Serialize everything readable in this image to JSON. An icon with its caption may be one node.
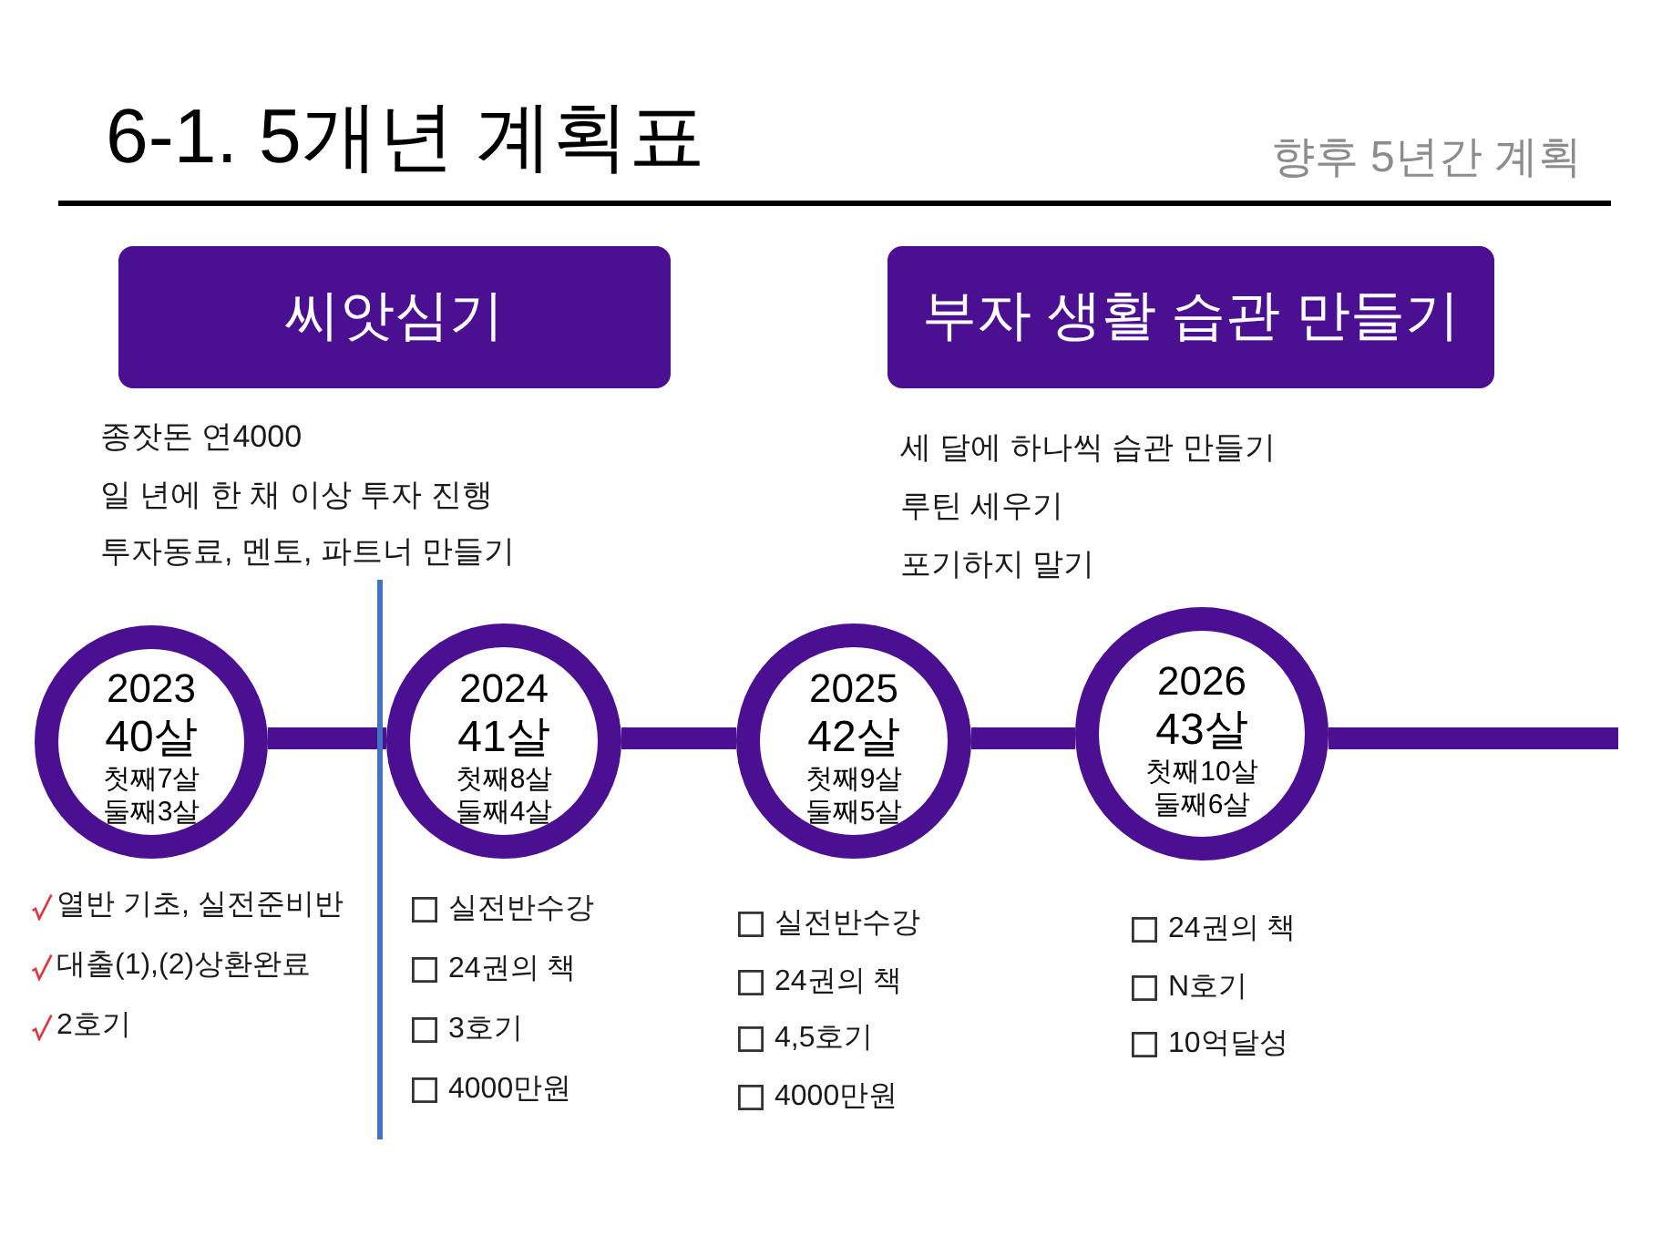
{
  "diagram": {
    "title": "6-1. 5개년 계획표",
    "nodes": [
      {
        "text": [
          "씨앗심기"
        ],
        "beside": [
          "종잣돈 연4000",
          "일 년에 한 채 이상 투자 진행",
          "투자동료, 멘토, 파트너 만들기"
        ]
      },
      {
        "text": [
          "부자 생활 습관 만들기"
        ],
        "beside": [
          "세 달에 하나씩 습관 만들기",
          "루틴 세우기",
          "포기하지 말기"
        ]
      },
      {
        "text": [
          "2023",
          "40살",
          "첫째7살",
          "둘째3살"
        ],
        "beside": [
          "열반 기초, 실전준비반",
          "대출(1),(2)상환완료",
          "2호기"
        ]
      },
      {
        "text": [
          "2024",
          "41살",
          "첫째8살",
          "둘째4살"
        ],
        "beside": [
          "실전반수강",
          "24권의 책",
          "3호기",
          "4000만원"
        ]
      },
      {
        "text": [
          "2025",
          "42살",
          "첫째9살",
          "둘째5살"
        ],
        "beside": [
          "실전반수강",
          "24권의 책",
          "4,5호기",
          "4000만원"
        ]
      },
      {
        "text": [
          "2026",
          "43살",
          "첫째10살",
          "둘째6살"
        ],
        "beside": [
          "24권의 책",
          "N호기",
          "10억달성"
        ]
      }
    ],
    "edges": [
      {
        "from": 2,
        "to": 3,
        "arrow": "none"
      },
      {
        "from": 3,
        "to": 4,
        "arrow": "none"
      },
      {
        "from": 4,
        "to": 5,
        "arrow": "none"
      },
      {
        "from": 5,
        "to": null,
        "arrow": "none"
      }
    ],
    "labels": [
      "향후 5년간 계획"
    ]
  }
}
